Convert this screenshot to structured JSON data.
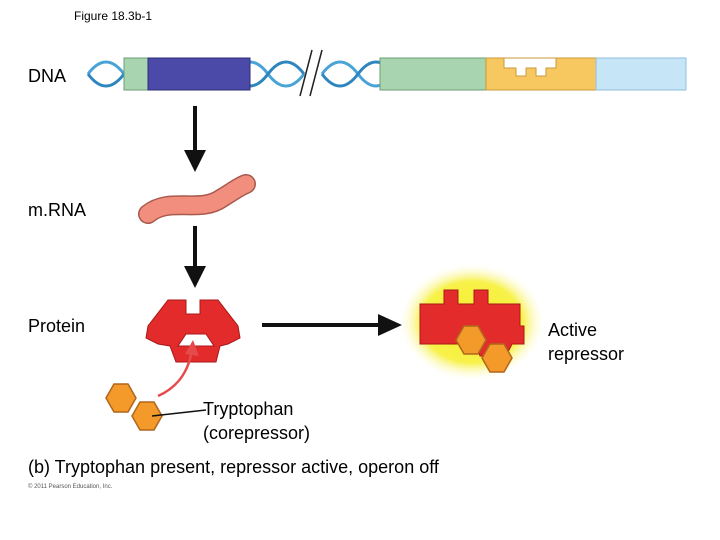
{
  "figure_label": "Figure 18.3b-1",
  "labels": {
    "dna": "DNA",
    "mrna": "m.RNA",
    "protein": "Protein",
    "active_line1": "Active",
    "active_line2": "repressor",
    "trp_line1": "Tryptophan",
    "trp_line2": "(corepressor)"
  },
  "caption": "(b) Tryptophan present, repressor active, operon off",
  "copyright": "© 2011 Pearson Education, Inc.",
  "colors": {
    "helix": "#4aa3d6",
    "gene_green": "#a8d5b0",
    "gene_purple": "#4b4aa8",
    "operator_yellow": "#f8c860",
    "promoter_blue": "#c6e6f8",
    "mrna": "#f28e7e",
    "repressor": "#e32b2b",
    "tryptophan": "#f39a2a",
    "glow": "#f6ef2a",
    "arrow": "#111111"
  }
}
